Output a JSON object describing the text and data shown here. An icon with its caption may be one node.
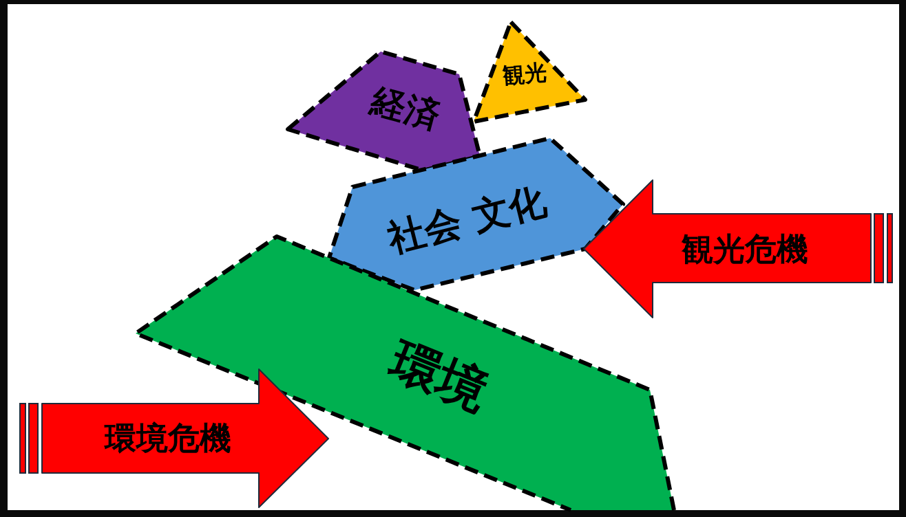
{
  "diagram": {
    "nodes": [
      {
        "text": [
          "経済"
        ]
      },
      {
        "text": [
          "観光"
        ]
      },
      {
        "text": [
          "社会 文化"
        ]
      },
      {
        "text": [
          "観光危機"
        ]
      },
      {
        "text": [
          "環境"
        ]
      },
      {
        "text": [
          "環境危機"
        ]
      }
    ]
  }
}
